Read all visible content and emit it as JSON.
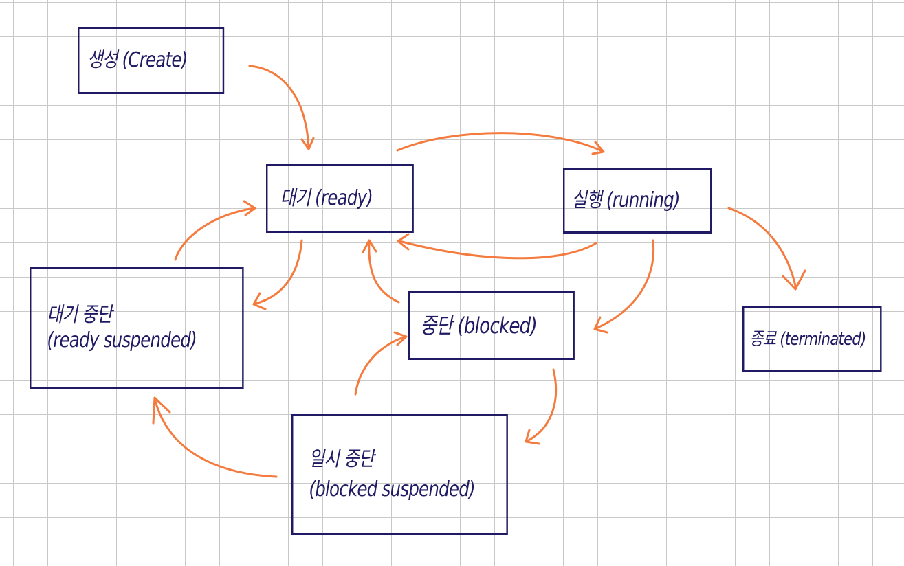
{
  "diagram": {
    "states": {
      "create": "생성 (Create)",
      "ready": "대기 (ready)",
      "running": "실행 (running)",
      "ready_suspended_ko": "대기 중단",
      "ready_suspended_en": "(ready suspended)",
      "blocked": "중단 (blocked)",
      "terminated": "종료 (terminated)",
      "blocked_suspended_ko": "일시 중단",
      "blocked_suspended_en": "(blocked suspended)"
    },
    "transitions": [
      {
        "from": "create",
        "to": "ready"
      },
      {
        "from": "ready",
        "to": "running"
      },
      {
        "from": "running",
        "to": "ready"
      },
      {
        "from": "running",
        "to": "terminated"
      },
      {
        "from": "running",
        "to": "blocked"
      },
      {
        "from": "ready",
        "to": "ready_suspended"
      },
      {
        "from": "ready_suspended",
        "to": "ready"
      },
      {
        "from": "blocked",
        "to": "ready"
      },
      {
        "from": "blocked",
        "to": "blocked_suspended"
      },
      {
        "from": "blocked_suspended",
        "to": "blocked"
      },
      {
        "from": "blocked_suspended",
        "to": "ready_suspended"
      }
    ],
    "colors": {
      "box_border": "#1f1a63",
      "text": "#1f1a63",
      "arrow": "#f47a3d",
      "grid": "#c9c9c9",
      "background": "#ffffff"
    }
  }
}
